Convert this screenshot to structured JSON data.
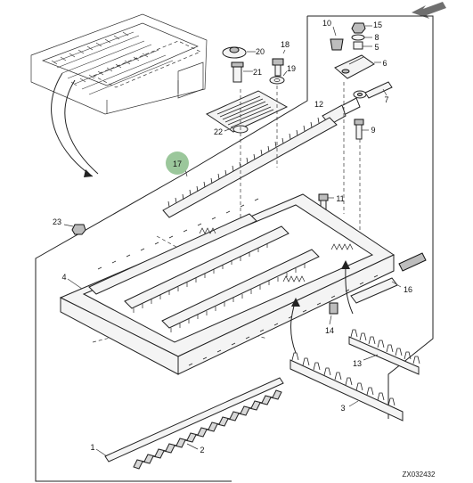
{
  "diagram": {
    "reference_code": "ZX032432",
    "callout_badge": "17",
    "callout_labels": [
      "1",
      "2",
      "3",
      "4",
      "5",
      "6",
      "7",
      "8",
      "9",
      "10",
      "11",
      "12",
      "13",
      "14",
      "15",
      "16",
      "18",
      "19",
      "20",
      "21",
      "22",
      "23"
    ]
  },
  "colors": {
    "badge_fill": "#9bc79b",
    "line": "#222222",
    "arrow_indicator": "#6f6f6f"
  },
  "icons": [
    "pointer-arrow-icon"
  ]
}
